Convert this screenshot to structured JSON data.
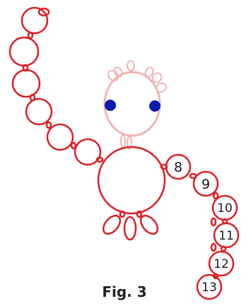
{
  "figure": {
    "caption": "Fig. 3",
    "colors": {
      "chain_stroke": "#dd1f25",
      "head_stroke": "#f0b4b4",
      "eye_fill": "#0a1bb0",
      "background": "#ffffff"
    },
    "node_labels": [
      "8",
      "9",
      "10",
      "11",
      "12",
      "13"
    ],
    "icons": {
      "eye": "filled-blue-circle",
      "head": "pale-red-ring",
      "body": "large-red-ring",
      "feet": "red-petals"
    }
  }
}
